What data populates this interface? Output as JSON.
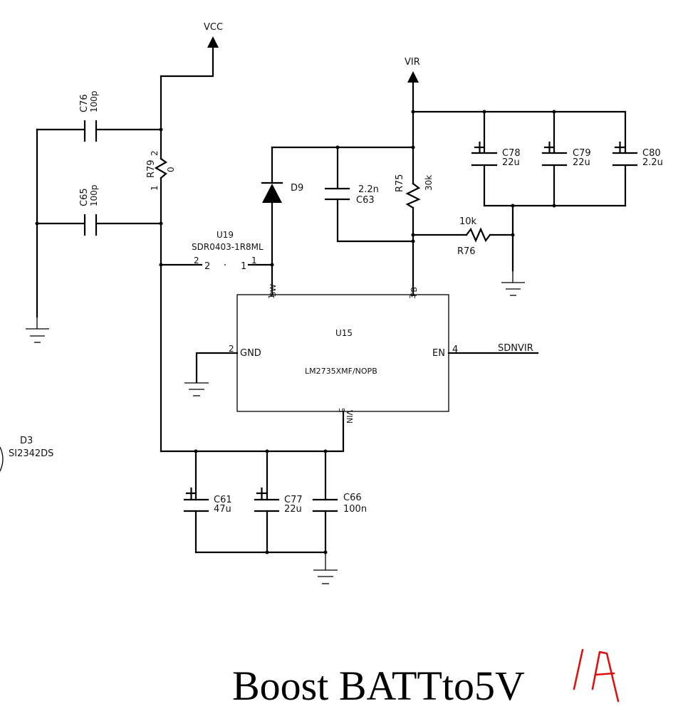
{
  "diagram": {
    "title": "Boost BATTto5V",
    "handwritten_annotation": "/A",
    "annotation_color": "#e01010",
    "power_rails": {
      "vcc": "VCC",
      "vir": "VIR"
    },
    "nets": {
      "enable": "SDNVIR"
    },
    "components": {
      "C76": {
        "ref": "C76",
        "value": "100p"
      },
      "C65": {
        "ref": "C65",
        "value": "100p"
      },
      "R79": {
        "ref": "R79",
        "value": "0",
        "pin1": "1",
        "pin2": "2"
      },
      "U19": {
        "ref": "U19",
        "part": "SDR0403-1R8ML",
        "pin1": "1",
        "pin2": "2",
        "pin1_inner": "1",
        "pin2_inner": "2"
      },
      "D9": {
        "ref": "D9"
      },
      "C63": {
        "ref": "C63",
        "value": "2.2n"
      },
      "R75": {
        "ref": "R75",
        "value": "30k"
      },
      "R76": {
        "ref": "R76",
        "value": "10k"
      },
      "C78": {
        "ref": "C78",
        "value": "22u"
      },
      "C79": {
        "ref": "C79",
        "value": "22u"
      },
      "C80": {
        "ref": "C80",
        "value": "2.2u"
      },
      "U15": {
        "ref": "U15",
        "part": "LM2735XMF/NOPB",
        "pins": {
          "sw": {
            "name": "SW",
            "num": "1"
          },
          "fb": {
            "name": "FB",
            "num": "3"
          },
          "gnd": {
            "name": "GND",
            "num": "2"
          },
          "en": {
            "name": "EN",
            "num": "4"
          },
          "vin": {
            "name": "VIN",
            "num": "5"
          }
        }
      },
      "C61": {
        "ref": "C61",
        "value": "47u"
      },
      "C77": {
        "ref": "C77",
        "value": "22u"
      },
      "C66": {
        "ref": "C66",
        "value": "100n"
      },
      "D3": {
        "ref": "D3",
        "part": "SI2342DS"
      }
    }
  }
}
